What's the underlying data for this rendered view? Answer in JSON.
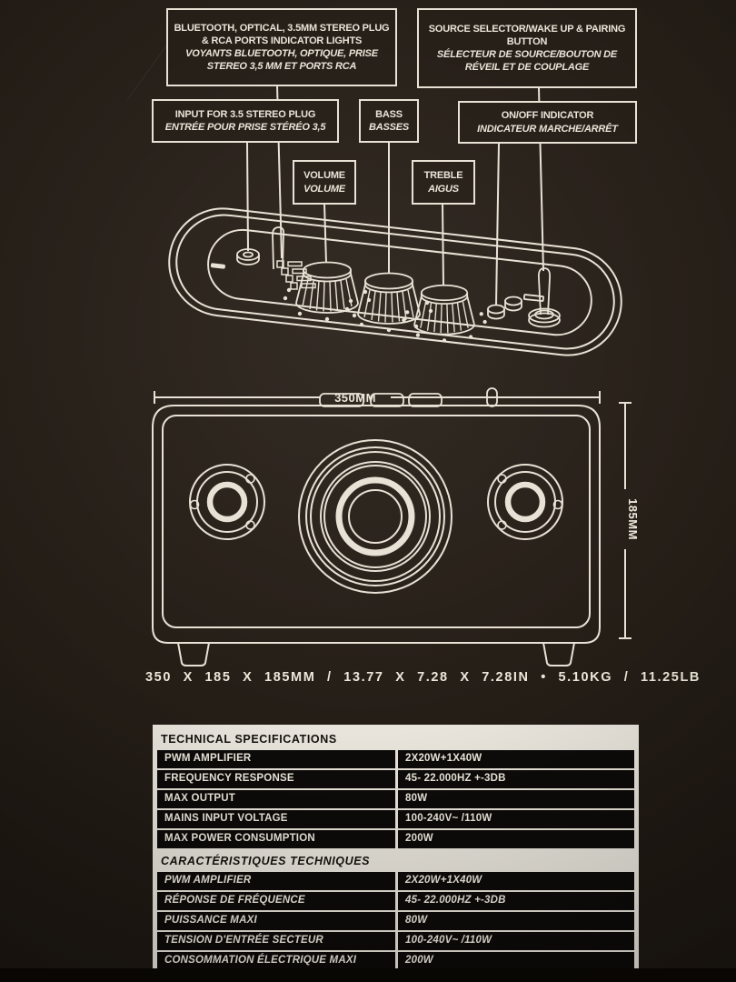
{
  "colors": {
    "background": "#251e17",
    "line_art": "#e7e2d5",
    "table_background": "#e8e4db",
    "table_row_background": "#0d0b09"
  },
  "callouts": {
    "bluetooth": {
      "en": "BLUETOOTH, OPTICAL, 3.5MM STEREO PLUG & RCA PORTS INDICATOR LIGHTS",
      "fr": "VOYANTS BLUETOOTH, OPTIQUE, PRISE STEREO 3,5 MM ET PORTS RCA"
    },
    "source": {
      "en": "SOURCE SELECTOR/WAKE UP & PAIRING BUTTON",
      "fr": "SÉLECTEUR DE SOURCE/BOUTON DE RÉVEIL ET DE COUPLAGE"
    },
    "input": {
      "en": "INPUT FOR 3.5 STEREO PLUG",
      "fr": "ENTRÉE POUR PRISE STÉRÉO 3,5"
    },
    "bass": {
      "en": "BASS",
      "fr": "BASSES"
    },
    "onoff": {
      "en": "ON/OFF INDICATOR",
      "fr": "INDICATEUR MARCHE/ARRÊT"
    },
    "volume": {
      "en": "VOLUME",
      "fr": "VOLUME"
    },
    "treble": {
      "en": "TREBLE",
      "fr": "AIGUS"
    }
  },
  "dimensions": {
    "width_label": "350MM",
    "height_label": "185MM",
    "size_line": "350 X 185 X 185MM / 13.77 X 7.28 X 7.28IN • 5.10KG / 11.25LB"
  },
  "specs": {
    "title_en": "TECHNICAL SPECIFICATIONS",
    "title_fr": "CARACTÉRISTIQUES TECHNIQUES",
    "rows_en": [
      {
        "label": "PWM AMPLIFIER",
        "value": "2X20W+1X40W"
      },
      {
        "label": "FREQUENCY RESPONSE",
        "value": "45- 22.000HZ +-3DB"
      },
      {
        "label": "MAX OUTPUT",
        "value": "80W"
      },
      {
        "label": "MAINS INPUT VOLTAGE",
        "value": "100-240V~ /110W"
      },
      {
        "label": "MAX POWER CONSUMPTION",
        "value": "200W"
      }
    ],
    "rows_fr": [
      {
        "label": "PWM AMPLIFIER",
        "value": "2X20W+1X40W"
      },
      {
        "label": "RÉPONSE DE FRÉQUENCE",
        "value": "45- 22.000HZ +-3DB"
      },
      {
        "label": "PUISSANCE MAXI",
        "value": "80W"
      },
      {
        "label": "TENSION D'ENTRÉE SECTEUR",
        "value": "100-240V~ /110W"
      },
      {
        "label": "CONSOMMATION ÉLECTRIQUE MAXI",
        "value": "200W"
      }
    ]
  }
}
